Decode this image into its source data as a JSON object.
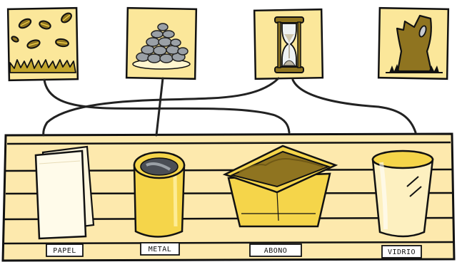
{
  "game": {
    "cards": [
      {
        "id": "leaves",
        "icon": "fallen-leaves-grass-icon"
      },
      {
        "id": "stones",
        "icon": "stone-pile-icon"
      },
      {
        "id": "hourglass",
        "icon": "hourglass-icon"
      },
      {
        "id": "tree",
        "icon": "tree-stump-icon"
      }
    ],
    "bins": {
      "papel": "PAPEL",
      "metal": "METAL",
      "abono": "ABONO",
      "vidrio": "VIDRIO"
    },
    "colors": {
      "card_bg": "#fbe79a",
      "shelf_bg": "#fde9ad",
      "shelf_line": "#111111",
      "olive": "#8f7420",
      "yellow": "#f5d54a",
      "stone": "#9aa0a6"
    }
  }
}
